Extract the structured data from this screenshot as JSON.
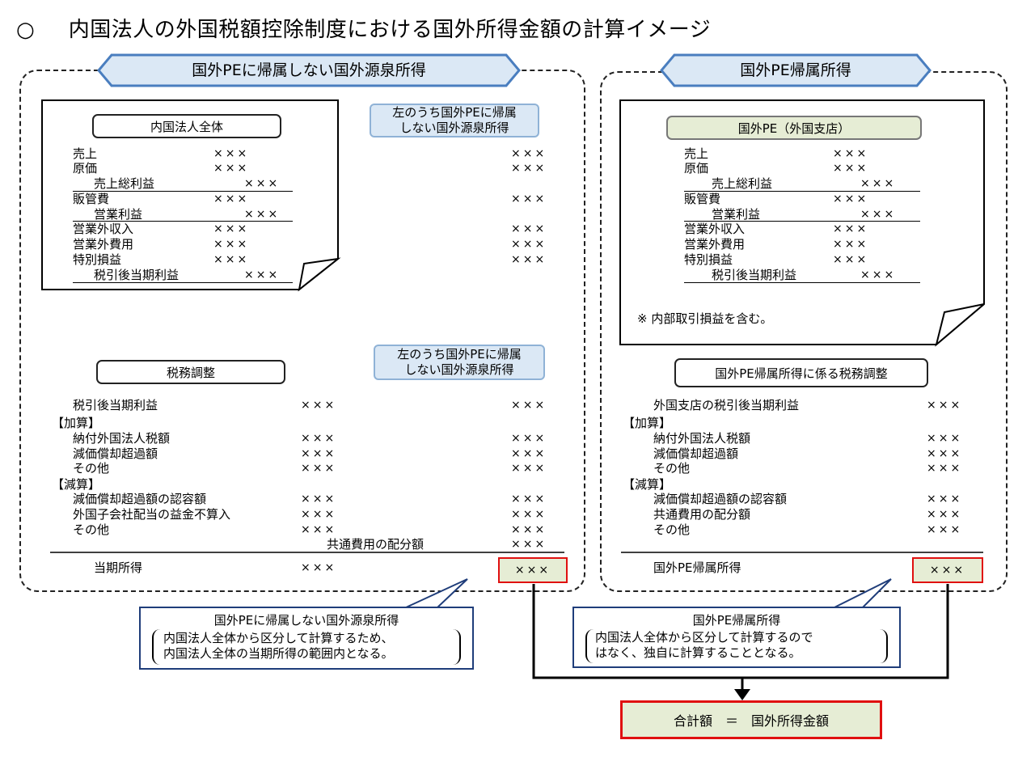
{
  "title": "内国法人の外国税額控除制度における国外所得金額の計算イメージ",
  "title_mark": "○",
  "left": {
    "banner": "国外PEに帰属しない国外源泉所得",
    "pl_label": "内国法人全体",
    "pl_note": [
      "左のうち国外PEに帰属",
      "しない国外源泉所得"
    ],
    "pl_rows": [
      "売上",
      "原価",
      "売上総利益",
      "販管費",
      "営業利益",
      "営業外収入",
      "営業外費用",
      "特別損益",
      "税引後当期利益"
    ],
    "tax_label": "税務調整",
    "tax_note": [
      "左のうち国外PEに帰属",
      "しない国外源泉所得"
    ],
    "tax_rows": {
      "net": "税引後当期利益",
      "add_header": "【加算】",
      "add": [
        "納付外国法人税額",
        "減価償却超過額",
        "その他"
      ],
      "sub_header": "【減算】",
      "sub": [
        "減価償却超過額の認容額",
        "外国子会社配当の益金不算入",
        "その他"
      ],
      "shared": "共通費用の配分額",
      "total": "当期所得"
    },
    "bubble": [
      "国外PEに帰属しない国外源泉所得",
      "内国法人全体から区分して計算するため、",
      "内国法人全体の当期所得の範囲内となる。"
    ]
  },
  "right": {
    "banner": "国外PE帰属所得",
    "pl_label": "国外PE（外国支店）",
    "pl_rows": [
      "売上",
      "原価",
      "売上総利益",
      "販管費",
      "営業利益",
      "営業外収入",
      "営業外費用",
      "特別損益",
      "税引後当期利益"
    ],
    "pl_footnote": "※  内部取引損益を含む。",
    "tax_label": "国外PE帰属所得に係る税務調整",
    "tax_rows": {
      "net": "外国支店の税引後当期利益",
      "add_header": "【加算】",
      "add": [
        "納付外国法人税額",
        "減価償却超過額",
        "その他"
      ],
      "sub_header": "【減算】",
      "sub": [
        "減価償却超過額の認容額",
        "共通費用の配分額",
        "その他"
      ],
      "total": "国外PE帰属所得"
    },
    "bubble": [
      "国外PE帰属所得",
      "内国法人全体から区分して計算するので",
      "はなく、独自に計算することとなる。"
    ]
  },
  "xxx": "×××",
  "result": "合計額　＝　国外所得金額",
  "colors": {
    "banner_fill": "#dbe8f5",
    "banner_border": "#4a7ebf",
    "red": "#e01010",
    "green_fill": "#e6edd5",
    "navy": "#1f3d7a"
  }
}
